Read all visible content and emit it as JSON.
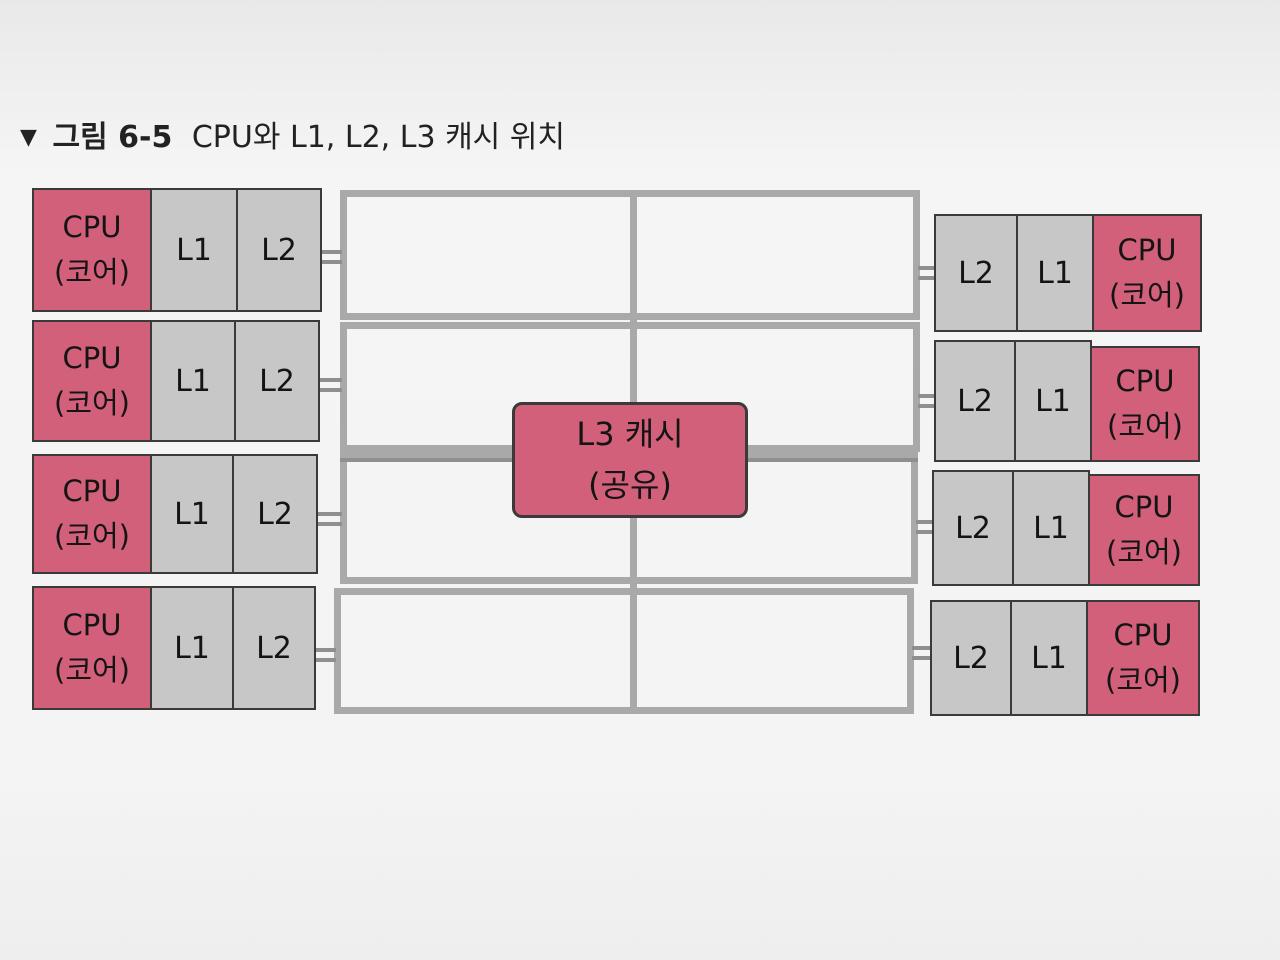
{
  "figure": {
    "marker": "▼",
    "label": "그림 6-5",
    "title": "CPU와 L1, L2, L3 캐시 위치"
  },
  "cpu_label": "CPU",
  "core_label": "(코어)",
  "l1_label": "L1",
  "l2_label": "L2",
  "l3": {
    "title": "L3 캐시",
    "subtitle": "(공유)"
  },
  "colors": {
    "cpu": "#d2607a",
    "cache": "#c7c7c7",
    "bus": "#a9a9a9",
    "border": "#3a3a3a"
  }
}
